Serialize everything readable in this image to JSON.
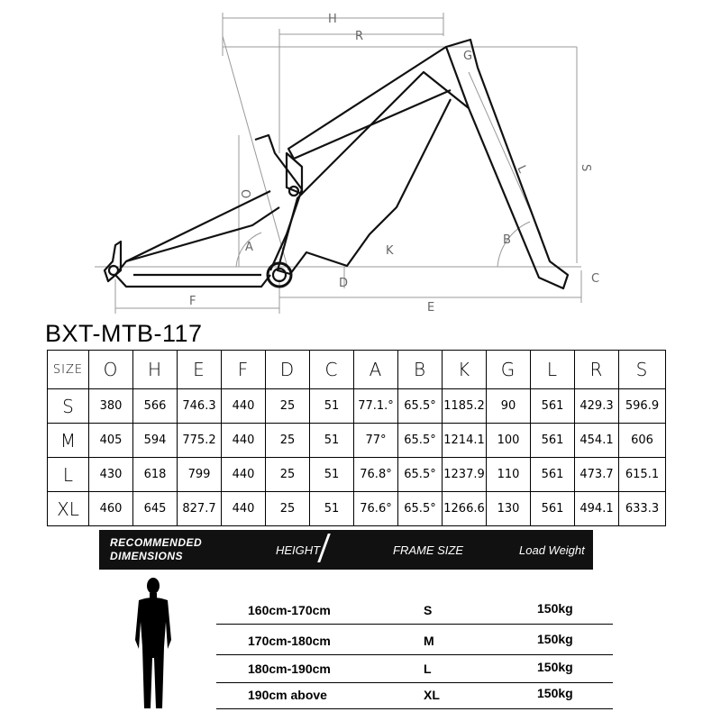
{
  "diagram_labels": {
    "H": "H",
    "R": "R",
    "G": "G",
    "S": "S",
    "L": "L",
    "O": "O",
    "A": "A",
    "K": "K",
    "B": "B",
    "D": "D",
    "C": "C",
    "F": "F",
    "E": "E"
  },
  "model": "BXT-MTB-117",
  "geometry": {
    "headers": [
      "SIZE",
      "O",
      "H",
      "E",
      "F",
      "D",
      "C",
      "A",
      "B",
      "K",
      "G",
      "L",
      "R",
      "S"
    ],
    "rows": [
      {
        "size": "S",
        "values": [
          "380",
          "566",
          "746.3",
          "440",
          "25",
          "51",
          "77.1.°",
          "65.5°",
          "1185.2",
          "90",
          "561",
          "429.3",
          "596.9"
        ]
      },
      {
        "size": "M",
        "values": [
          "405",
          "594",
          "775.2",
          "440",
          "25",
          "51",
          "77°",
          "65.5°",
          "1214.1",
          "100",
          "561",
          "454.1",
          "606"
        ]
      },
      {
        "size": "L",
        "values": [
          "430",
          "618",
          "799",
          "440",
          "25",
          "51",
          "76.8°",
          "65.5°",
          "1237.9",
          "110",
          "561",
          "473.7",
          "615.1"
        ]
      },
      {
        "size": "XL",
        "values": [
          "460",
          "645",
          "827.7",
          "440",
          "25",
          "51",
          "76.6°",
          "65.5°",
          "1266.6",
          "130",
          "561",
          "494.1",
          "633.3"
        ]
      }
    ]
  },
  "recommended": {
    "title_line1": "RECOMMENDED",
    "title_line2": "DIMENSIONS",
    "col_height": "HEIGHT",
    "col_frame": "FRAME SIZE",
    "col_weight": "Load Weight",
    "rows": [
      {
        "height": "160cm-170cm",
        "size": "S",
        "weight": "150kg"
      },
      {
        "height": "170cm-180cm",
        "size": "M",
        "weight": "150kg"
      },
      {
        "height": "180cm-190cm",
        "size": "L",
        "weight": "150kg"
      },
      {
        "height": "190cm above",
        "size": "XL",
        "weight": "150kg"
      }
    ]
  }
}
